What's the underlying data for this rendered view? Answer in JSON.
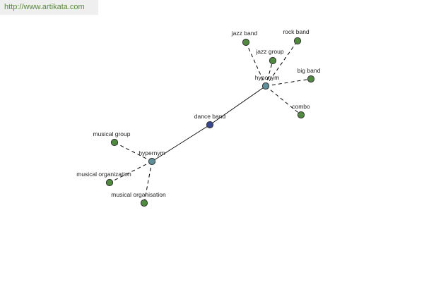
{
  "header": {
    "link_text": "http://www.artikata.com"
  },
  "colors": {
    "leaf": "#4f8a3f",
    "hub": "#5f8f98",
    "center": "#3a4790"
  },
  "graph": {
    "nodes": [
      {
        "id": "center",
        "label": "dance band",
        "kind": "center"
      },
      {
        "id": "hyponym",
        "label": "hyponym",
        "kind": "hub"
      },
      {
        "id": "hypernym",
        "label": "hypernym",
        "kind": "hub"
      },
      {
        "id": "jazz-band",
        "label": "jazz band",
        "kind": "leaf"
      },
      {
        "id": "rock-band",
        "label": "rock band",
        "kind": "leaf"
      },
      {
        "id": "jazz-group",
        "label": "jazz group",
        "kind": "leaf"
      },
      {
        "id": "big-band",
        "label": "big band",
        "kind": "leaf"
      },
      {
        "id": "combo",
        "label": "combo",
        "kind": "leaf"
      },
      {
        "id": "musical-group",
        "label": "musical group",
        "kind": "leaf"
      },
      {
        "id": "musical-organization",
        "label": "musical organization",
        "kind": "leaf"
      },
      {
        "id": "musical-organisation",
        "label": "musical organisation",
        "kind": "leaf"
      }
    ],
    "edges": [
      {
        "from": "center",
        "to": "hyponym",
        "style": "solid"
      },
      {
        "from": "center",
        "to": "hypernym",
        "style": "solid"
      },
      {
        "from": "hyponym",
        "to": "jazz-band",
        "style": "dashed"
      },
      {
        "from": "hyponym",
        "to": "rock-band",
        "style": "dashed"
      },
      {
        "from": "hyponym",
        "to": "jazz-group",
        "style": "dashed"
      },
      {
        "from": "hyponym",
        "to": "big-band",
        "style": "dashed"
      },
      {
        "from": "hyponym",
        "to": "combo",
        "style": "dashed"
      },
      {
        "from": "hypernym",
        "to": "musical-group",
        "style": "dashed"
      },
      {
        "from": "hypernym",
        "to": "musical-organization",
        "style": "dashed"
      },
      {
        "from": "hypernym",
        "to": "musical-organisation",
        "style": "dashed"
      }
    ]
  }
}
